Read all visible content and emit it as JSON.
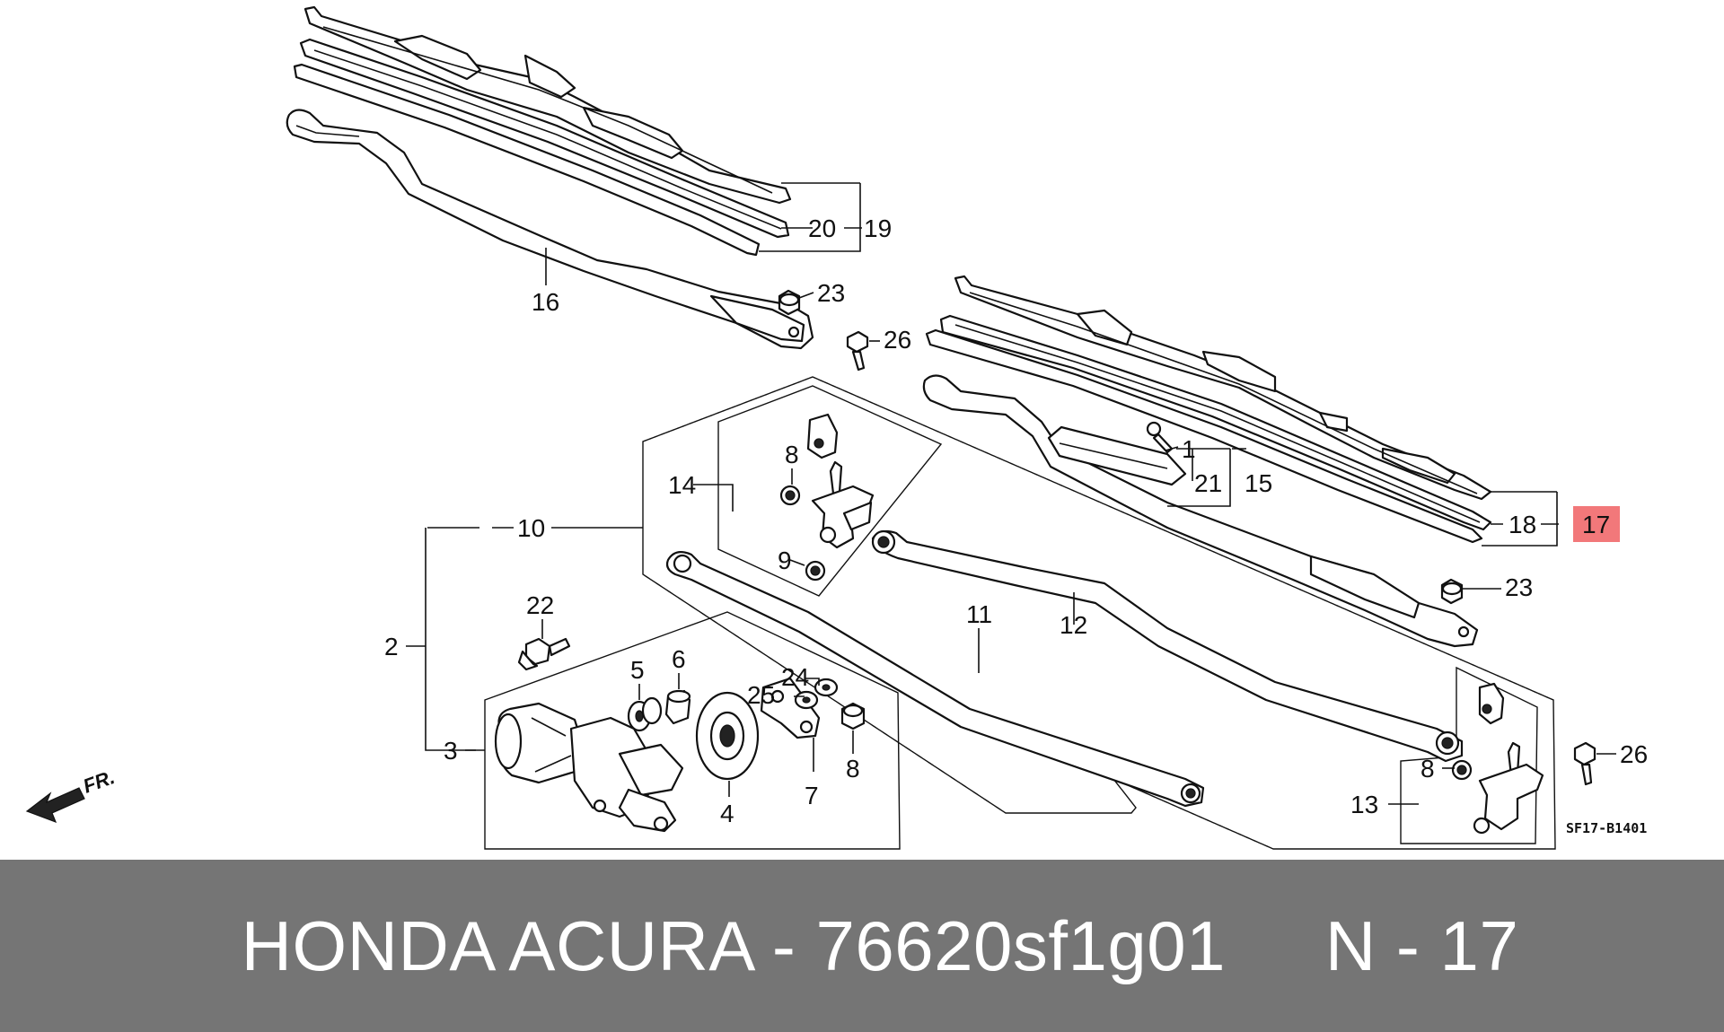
{
  "diagram": {
    "code": "SF17-B1401",
    "direction_label": "FR.",
    "highlight_color": "#f2787a",
    "highlighted_callout": "17",
    "callouts": [
      {
        "key": "c20",
        "text": "20"
      },
      {
        "key": "c19",
        "text": "19"
      },
      {
        "key": "c16",
        "text": "16"
      },
      {
        "key": "c23a",
        "text": "23"
      },
      {
        "key": "c26a",
        "text": "26"
      },
      {
        "key": "c1",
        "text": "1"
      },
      {
        "key": "c21",
        "text": "21"
      },
      {
        "key": "c15",
        "text": "15"
      },
      {
        "key": "c18",
        "text": "18"
      },
      {
        "key": "c17",
        "text": "17"
      },
      {
        "key": "c8a",
        "text": "8"
      },
      {
        "key": "c14",
        "text": "14"
      },
      {
        "key": "c9",
        "text": "9"
      },
      {
        "key": "c10",
        "text": "10"
      },
      {
        "key": "c23b",
        "text": "23"
      },
      {
        "key": "c11",
        "text": "11"
      },
      {
        "key": "c12",
        "text": "12"
      },
      {
        "key": "c22",
        "text": "22"
      },
      {
        "key": "c2",
        "text": "2"
      },
      {
        "key": "c5",
        "text": "5"
      },
      {
        "key": "c6",
        "text": "6"
      },
      {
        "key": "c24",
        "text": "24"
      },
      {
        "key": "c25",
        "text": "25"
      },
      {
        "key": "c3",
        "text": "3"
      },
      {
        "key": "c8b",
        "text": "8"
      },
      {
        "key": "c4",
        "text": "4"
      },
      {
        "key": "c7",
        "text": "7"
      },
      {
        "key": "c26b",
        "text": "26"
      },
      {
        "key": "c8c",
        "text": "8"
      },
      {
        "key": "c13",
        "text": "13"
      }
    ]
  },
  "footer": {
    "text": "HONDA ACURA - 76620sf1g01     N - 17"
  }
}
